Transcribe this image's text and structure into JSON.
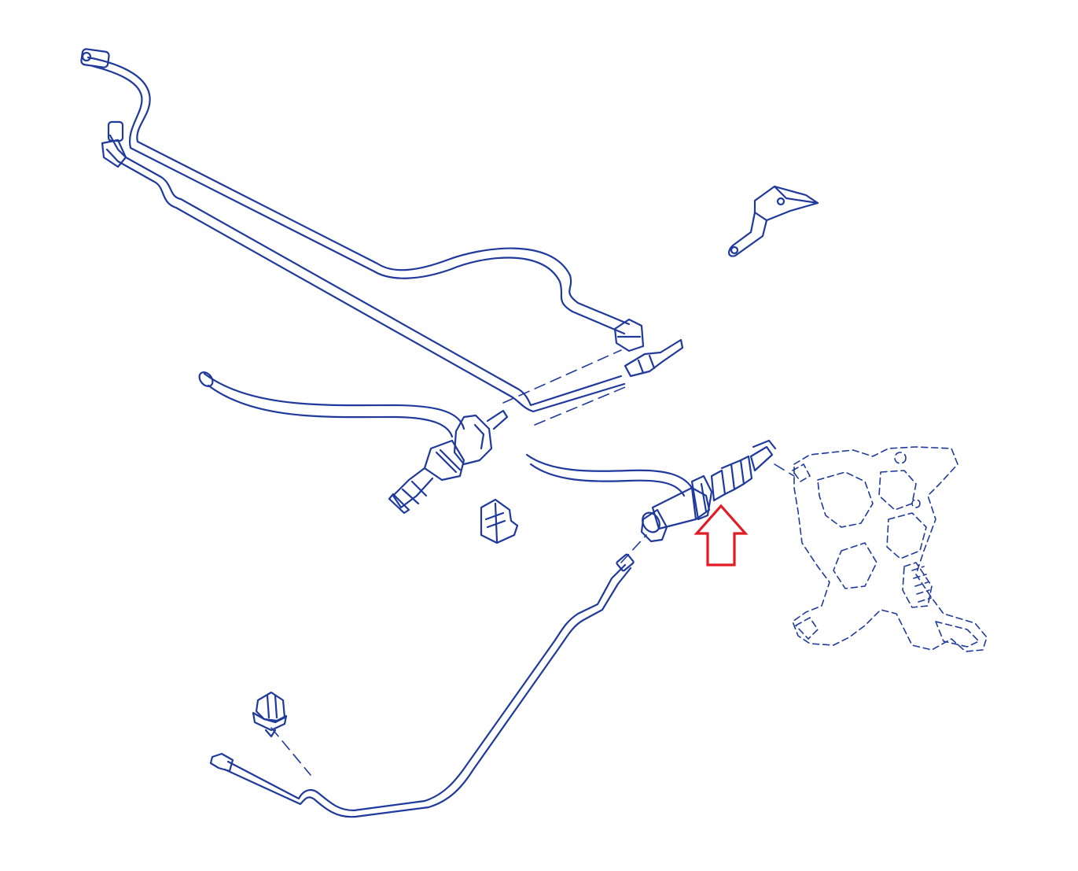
{
  "diagram": {
    "line_color": "#1f3a9c",
    "highlight_color": "#e01b24",
    "background": "#ffffff",
    "labels": [],
    "highlight_indicator": "up-arrow",
    "parts": [
      "upper-hydraulic-line",
      "lower-hydraulic-line",
      "mounting-bracket",
      "slave-cylinder-hose",
      "slave-cylinder",
      "hose-retaining-clip",
      "master-cylinder-reservoir-hose",
      "clutch-master-cylinder",
      "clutch-pedal-assembly",
      "clutch-pressure-line",
      "line-retaining-clip"
    ]
  }
}
